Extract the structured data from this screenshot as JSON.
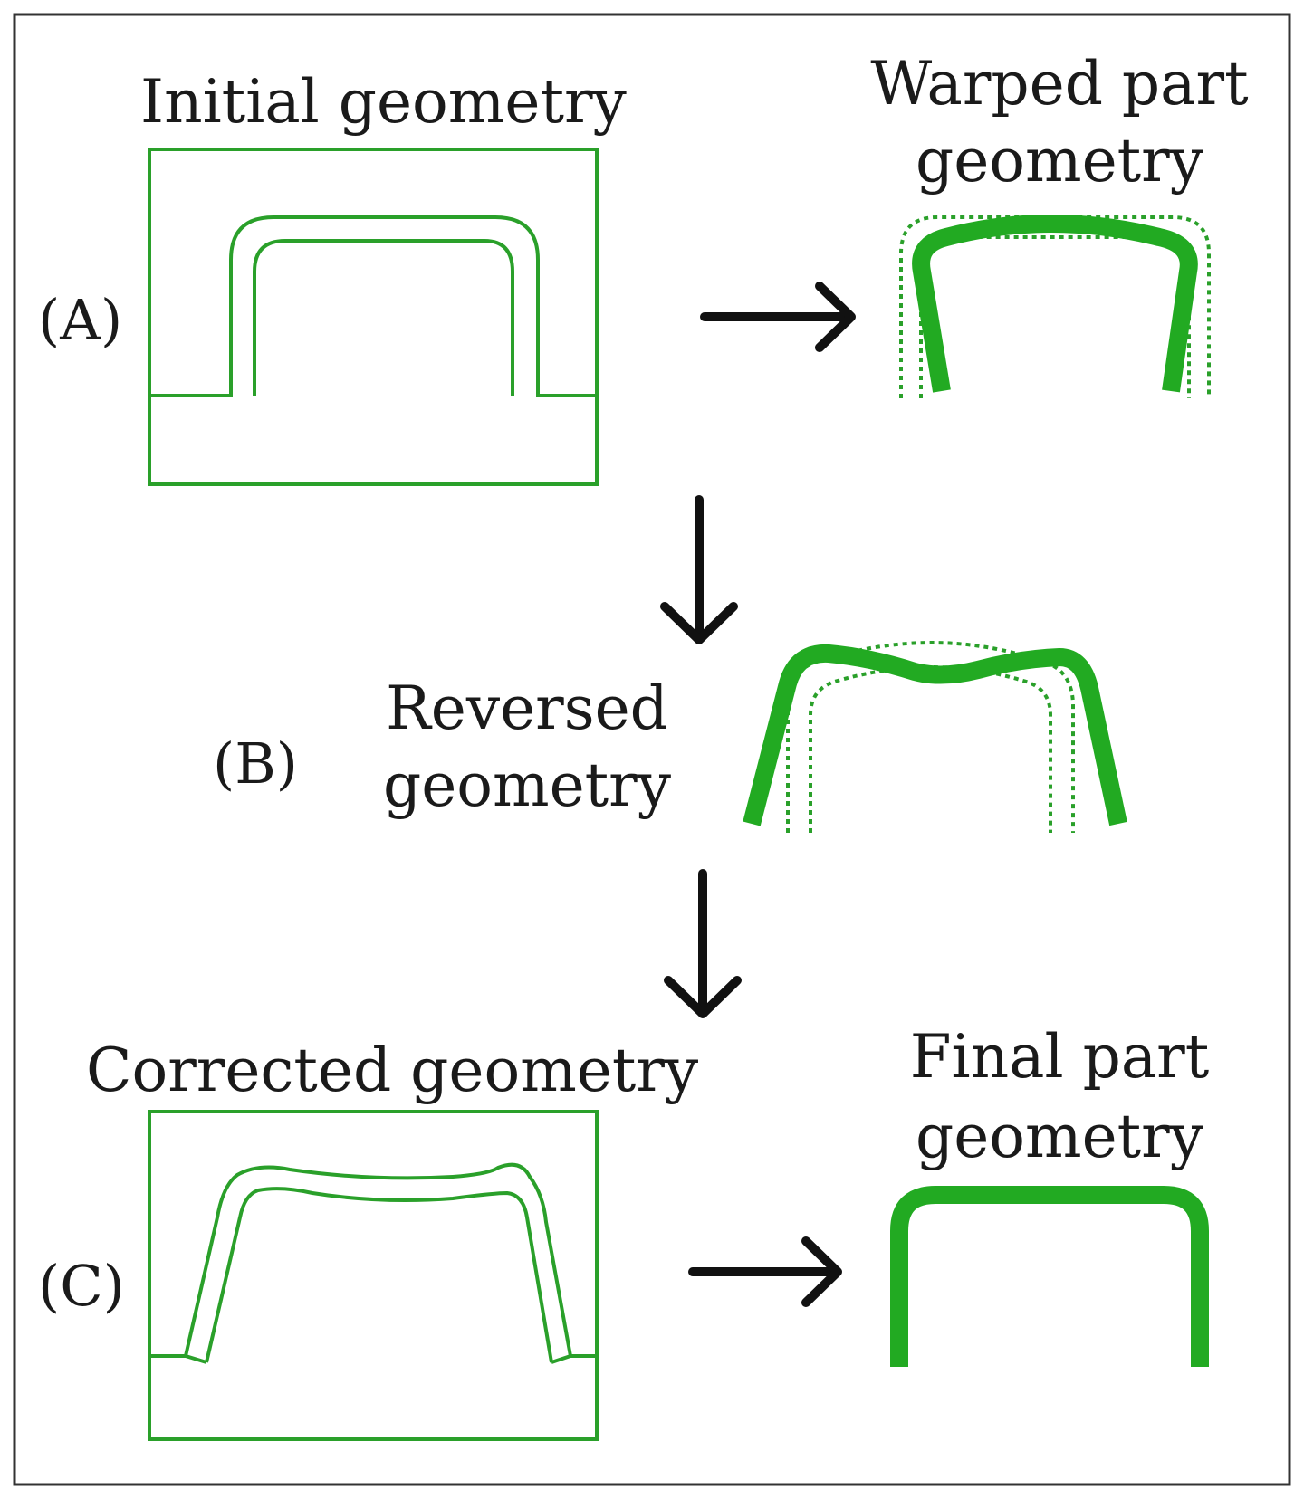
{
  "colors": {
    "part": "#22aa22",
    "mold": "#2aa02a",
    "arrow": "#111111",
    "frame": "#333333"
  },
  "labels": {
    "initial": "Initial geometry",
    "warped_line1": "Warped part",
    "warped_line2": "geometry",
    "reversed_line1": "Reversed",
    "reversed_line2": "geometry",
    "corrected": "Corrected geometry",
    "final_line1": "Final part",
    "final_line2": "geometry"
  },
  "steps": {
    "a": "(A)",
    "b": "(B)",
    "c": "(C)"
  },
  "arrows": [
    "arrow-right-icon",
    "arrow-down-icon",
    "arrow-down-icon",
    "arrow-right-icon"
  ]
}
